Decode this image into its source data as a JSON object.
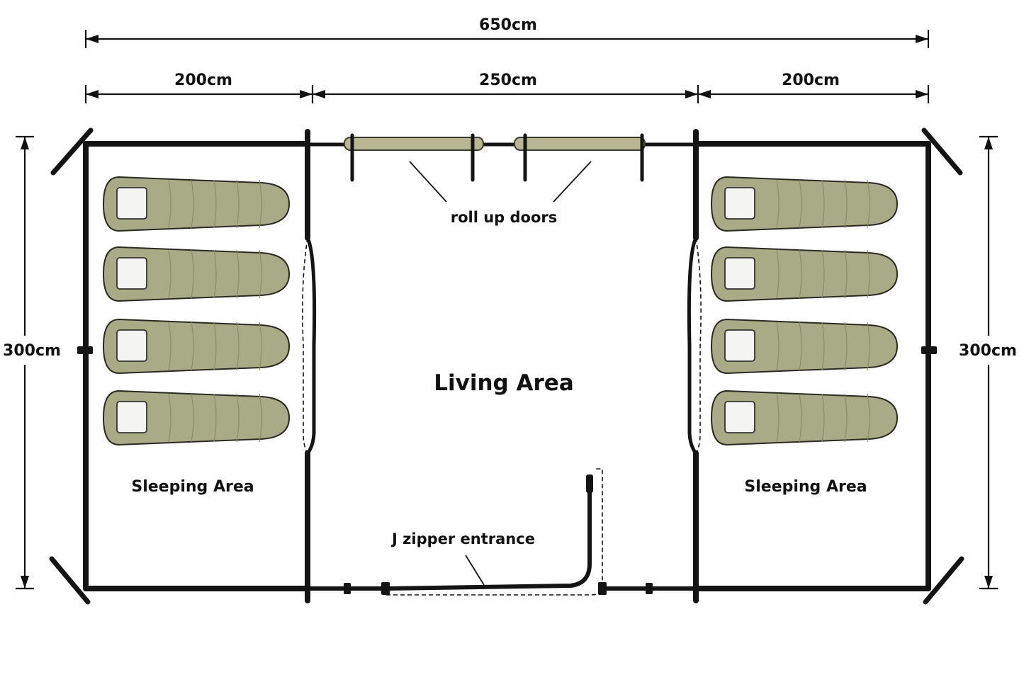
{
  "dimensions": {
    "total_width": "650cm",
    "left_width": "200cm",
    "middle_width": "250cm",
    "right_width": "200cm",
    "left_depth": "300cm",
    "right_depth": "300cm"
  },
  "labels": {
    "left_area": "Sleeping Area",
    "center_area": "Living Area",
    "right_area": "Sleeping Area",
    "roll_doors": "roll up doors",
    "j_zipper": "J zipper entrance"
  },
  "colors": {
    "frame": "#141414",
    "sleeping_bag": "#a9ab86",
    "sleeping_bag_stroke": "#2a2a22",
    "pillow": "#f4f4f2",
    "door_roll": "#b9b693"
  },
  "sleeping_bags_per_room": 4
}
